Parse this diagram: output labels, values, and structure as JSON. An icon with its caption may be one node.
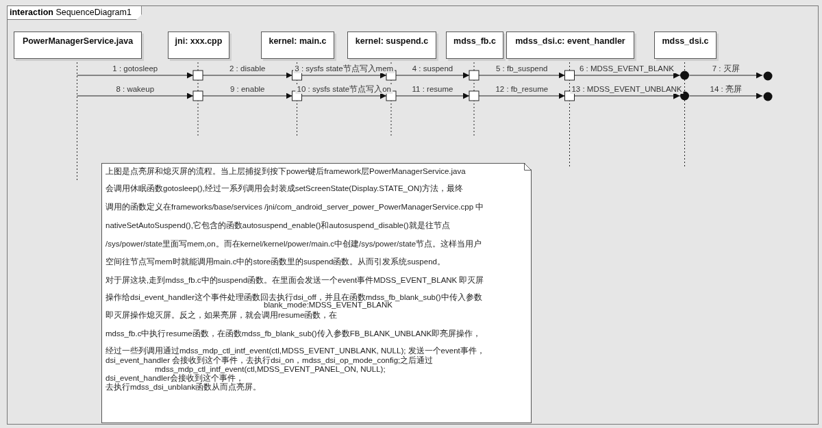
{
  "diagram": {
    "nodes": [
      {
        "text": [
          "**interaction** SequenceDiagram1"
        ]
      },
      {
        "text": [
          "PowerManagerService.java"
        ],
        "in": 0
      },
      {
        "text": [
          "jni: xxx.cpp"
        ],
        "in": 0
      },
      {
        "text": [
          "kernel: main.c"
        ],
        "in": 0
      },
      {
        "text": [
          "kernel: suspend.c"
        ],
        "in": 0
      },
      {
        "text": [
          "mdss_fb.c"
        ],
        "in": 0
      },
      {
        "text": [
          "mdss_dsi.c: event_handler"
        ],
        "in": 0
      },
      {
        "text": [
          "mdss_dsi.c"
        ],
        "in": 0
      },
      {
        "text": [],
        "shape": "circle",
        "in": 0
      },
      {
        "text": [],
        "shape": "circle",
        "in": 0
      },
      {
        "text": [
          "上图是点亮屏和熄灭屏的流程。当上层捕捉到按下power键后framework层PowerManagerService.java",
          "会调用休眠函数gotosleep(),经过一系列调用会封装成setScreenState(Display.STATE_ON)方法，最终",
          "调用的函数定义在frameworks/base/services /jni/com_android_server_power_PowerManagerService.cpp 中",
          "nativeSetAutoSuspend(),它包含的函数autosuspend_enable()和autosuspend_disable()就是往节点",
          "/sys/power/state里面写mem,on。而在kernel/kernel/power/main.c中创建/sys/power/state节点。这样当用户",
          "空间往节点写mem时就能调用main.c中的store函数里的suspend函数。从而引发系统suspend。",
          "对于屏这块,走到mdss_fb.c中的suspend函数。在里面会发送一个event事件MDSS_EVENT_BLANK 即灭屏",
          "操作给dsi_event_handler这个事件处理函数回去执行dsi_off，并且在函数mdss_fb_blank_sub()中传入参数",
          "blank_mode:MDSS_EVENT_BLANK",
          "即灭屏操作熄灭屏。反之，如果亮屏，就会调用resume函数，在",
          "mdss_fb.c中执行resume函数，在函数mdss_fb_blank_sub()传入参数FB_BLANK_UNBLANK即亮屏操作，",
          "经过一些列调用通过mdss_mdp_ctl_intf_event(ctl,MDSS_EVENT_UNBLANK, NULL); 发送一个event事件，",
          "dsi_event_handler 会接收到这个事件，去执行dsi_on，mdss_dsi_op_mode_config;之后通过",
          "mdss_mdp_ctl_intf_event(ctl,MDSS_EVENT_PANEL_ON, NULL);",
          "dsi_event_handler会接收到这个事件，",
          "去执行mdss_dsi_unblank函数从而点亮屏。"
        ],
        "in": 0
      }
    ],
    "edges": [
      {
        "from": 1,
        "to": 2,
        "arrow": "to",
        "label": "1 : gotosleep"
      },
      {
        "from": 2,
        "to": 3,
        "arrow": "to",
        "label": "2 : disable"
      },
      {
        "from": 3,
        "to": 4,
        "arrow": "to",
        "label": "3 : sysfs state节点写入mem"
      },
      {
        "from": 4,
        "to": 5,
        "arrow": "to",
        "label": "4 : suspend"
      },
      {
        "from": 5,
        "to": 6,
        "arrow": "to",
        "label": "5 : fb_suspend"
      },
      {
        "from": 6,
        "to": 7,
        "arrow": "to",
        "label": "6 : MDSS_EVENT_BLANK"
      },
      {
        "from": 7,
        "to": 8,
        "arrow": "to",
        "label": "7 : 灭屏"
      },
      {
        "from": 1,
        "to": 2,
        "arrow": "to",
        "label": "8 : wakeup"
      },
      {
        "from": 2,
        "to": 3,
        "arrow": "to",
        "label": "9 : enable"
      },
      {
        "from": 3,
        "to": 4,
        "arrow": "to",
        "label": "10 : sysfs state节点写入on"
      },
      {
        "from": 4,
        "to": 5,
        "arrow": "to",
        "label": "11 : resume"
      },
      {
        "from": 5,
        "to": 6,
        "arrow": "to",
        "label": "12 : fb_resume"
      },
      {
        "from": 6,
        "to": 7,
        "arrow": "to",
        "label": "13 : MDSS_EVENT_UNBLANK"
      },
      {
        "from": 7,
        "to": 9,
        "arrow": "to",
        "label": "14 : 亮屏"
      }
    ]
  }
}
